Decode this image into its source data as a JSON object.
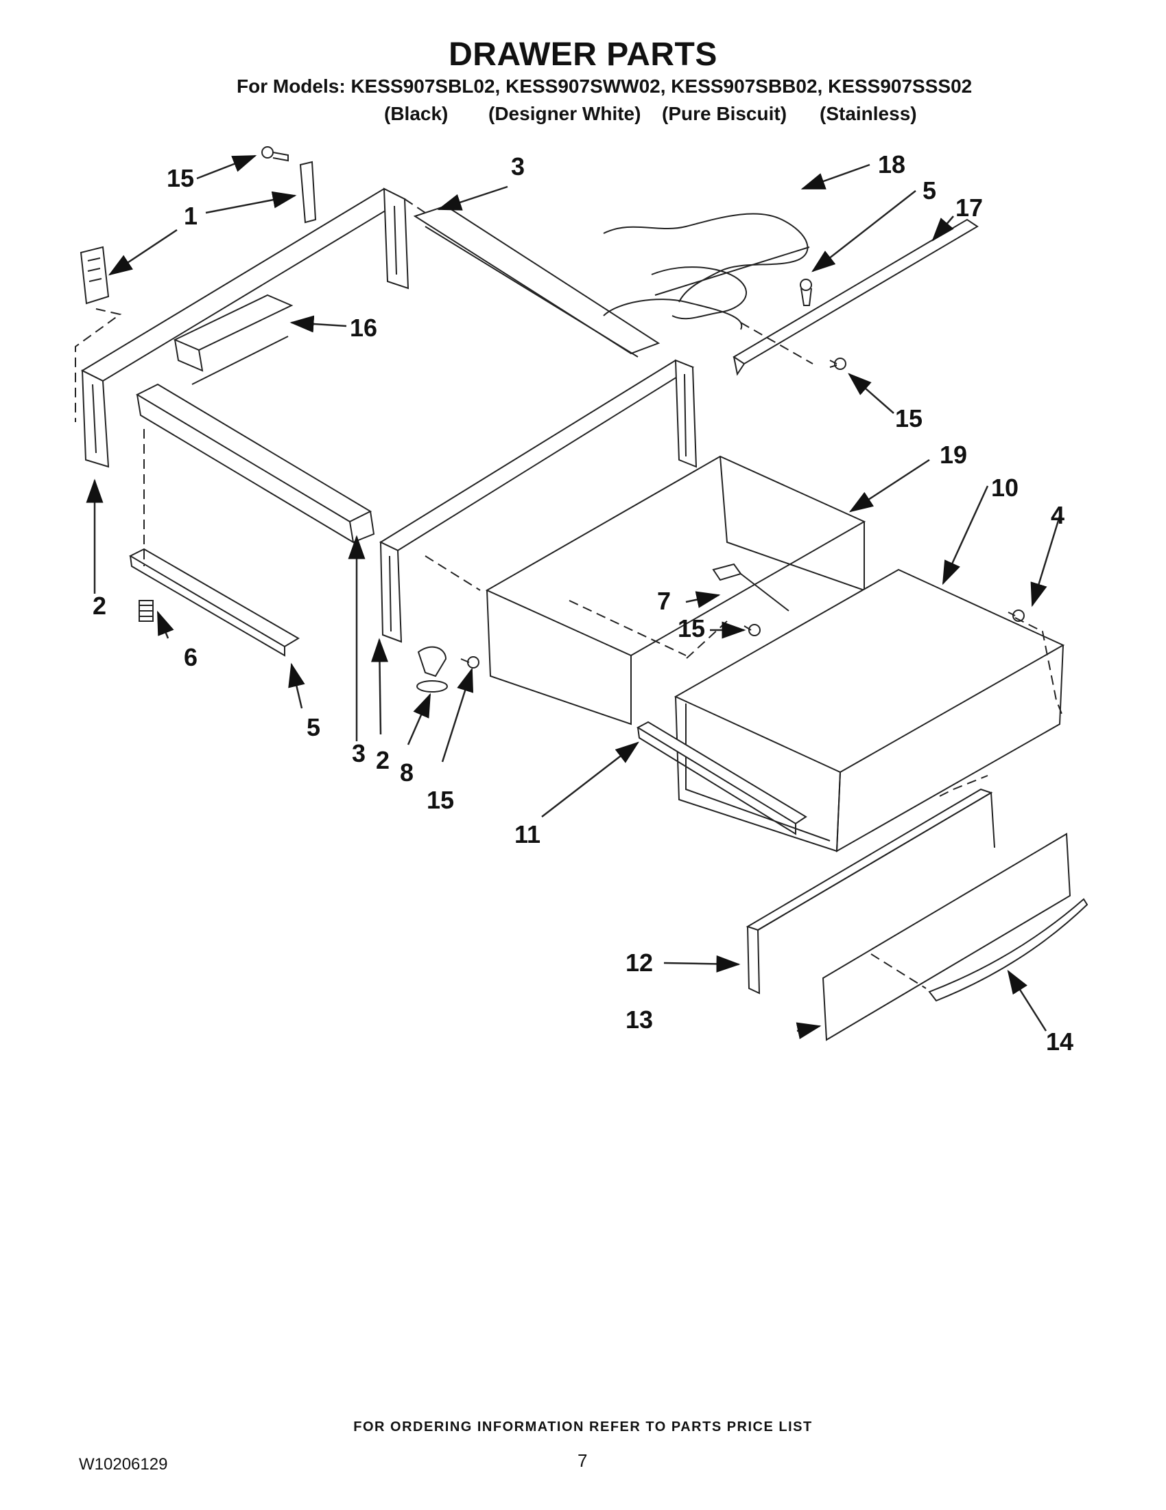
{
  "page": {
    "title": "DRAWER PARTS",
    "models_line": "For Models: KESS907SBL02, KESS907SWW02, KESS907SBB02, KESS907SSS02",
    "variants": [
      "(Black)",
      "(Designer White)",
      "(Pure Biscuit)",
      "(Stainless)"
    ],
    "footer_note": "FOR ORDERING INFORMATION REFER TO PARTS PRICE LIST",
    "document_number": "W10206129",
    "page_number": "7"
  },
  "callouts": {
    "c1": "1",
    "c2a": "2",
    "c2b": "2",
    "c3a": "3",
    "c3b": "3",
    "c4": "4",
    "c5a": "5",
    "c5b": "5",
    "c6": "6",
    "c7": "7",
    "c8": "8",
    "c10": "10",
    "c11": "11",
    "c12": "12",
    "c13": "13",
    "c14": "14",
    "c15a": "15",
    "c15b": "15",
    "c15c": "15",
    "c15d": "15",
    "c16": "16",
    "c17": "17",
    "c18": "18",
    "c19": "19"
  }
}
